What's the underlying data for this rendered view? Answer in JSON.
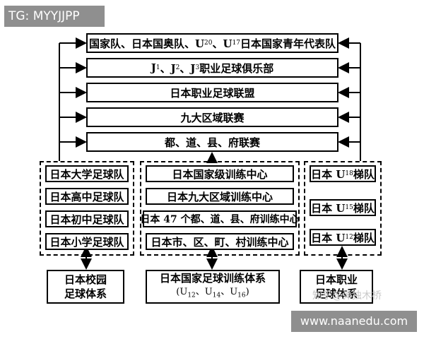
{
  "watermark_tg": "TG: MYYJJPP",
  "watermark_site": "www.naanedu.com",
  "watermark_zhihu": "知乎@弹独木桥",
  "levels": {
    "national_pre": "国家队、日本国奥队、U",
    "national_u20": "20",
    "national_sep": "、U",
    "national_u17": "17",
    "national_post": " 日本国家青年代表队",
    "jleague_j": "J",
    "jleague_1": "1",
    "jleague_sep1": "、J",
    "jleague_2": "2",
    "jleague_sep2": "、J",
    "jleague_3": "3",
    "jleague_post": " 职业足球俱乐部",
    "jfl": "日本职业足球联盟",
    "regional": "九大区域联赛",
    "prefectural": "都、道、县、府联赛"
  },
  "school_system": {
    "teams": [
      "日本大学足球队",
      "日本高中足球队",
      "日本初中足球队",
      "日本小学足球队"
    ],
    "label_line1": "日本校园",
    "label_line2": "足球体系"
  },
  "national_training": {
    "centers": [
      "日本国家级训练中心",
      "日本九大区域训练中心",
      "日本 47 个都、道、县、府训练中心",
      "日本市、区、町、村训练中心"
    ],
    "label_line1": "日本国家足球训练体系",
    "label_l2_pre": "(U",
    "label_l2_12": "12",
    "label_l2_sep1": "、U",
    "label_l2_14": "14",
    "label_l2_sep2": "、U",
    "label_l2_16": "16",
    "label_l2_post": ")"
  },
  "pro_system": {
    "ladders": [
      {
        "pre": "日本 U",
        "sub": "18",
        "post": " 梯队"
      },
      {
        "pre": "日本 U",
        "sub": "15",
        "post": " 梯队"
      },
      {
        "pre": "日本 U",
        "sub": "12",
        "post": " 梯队"
      }
    ],
    "label_line1": "日本职业",
    "label_line2": "足球体系"
  }
}
